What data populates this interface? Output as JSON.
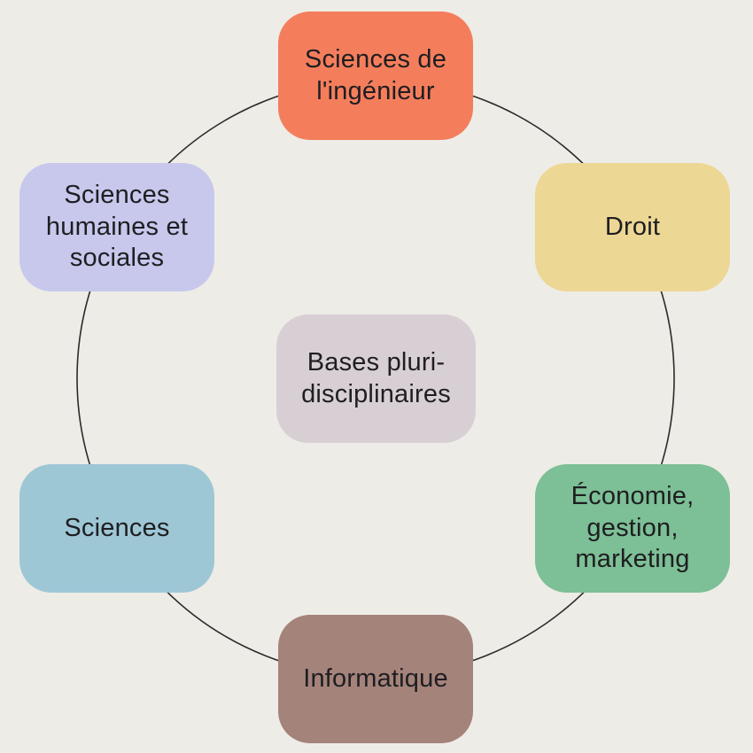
{
  "diagram": {
    "background_color": "#eeece6",
    "text_color": "#1e1e21",
    "connector": {
      "shape": "circle",
      "color": "#2b2b2b"
    },
    "center_node": {
      "id": "bases-pluridisciplinaires",
      "label": "Bases pluri-disciplinaires",
      "color": "#d8cfd4"
    },
    "nodes": [
      {
        "id": "sciences-ingenieur",
        "label": "Sciences de l'ingénieur",
        "color": "#f47e5c",
        "position": "top"
      },
      {
        "id": "droit",
        "label": "Droit",
        "color": "#edd794",
        "position": "top-right"
      },
      {
        "id": "economie-gestion-marketing",
        "label": "Économie, gestion, marketing",
        "color": "#7dbf96",
        "position": "bottom-right"
      },
      {
        "id": "informatique",
        "label": "Informatique",
        "color": "#a4837b",
        "position": "bottom"
      },
      {
        "id": "sciences",
        "label": "Sciences",
        "color": "#9ec7d5",
        "position": "bottom-left"
      },
      {
        "id": "sciences-humaines-sociales",
        "label": "Sciences humaines et sociales",
        "color": "#c7c8ec",
        "position": "top-left"
      }
    ]
  }
}
